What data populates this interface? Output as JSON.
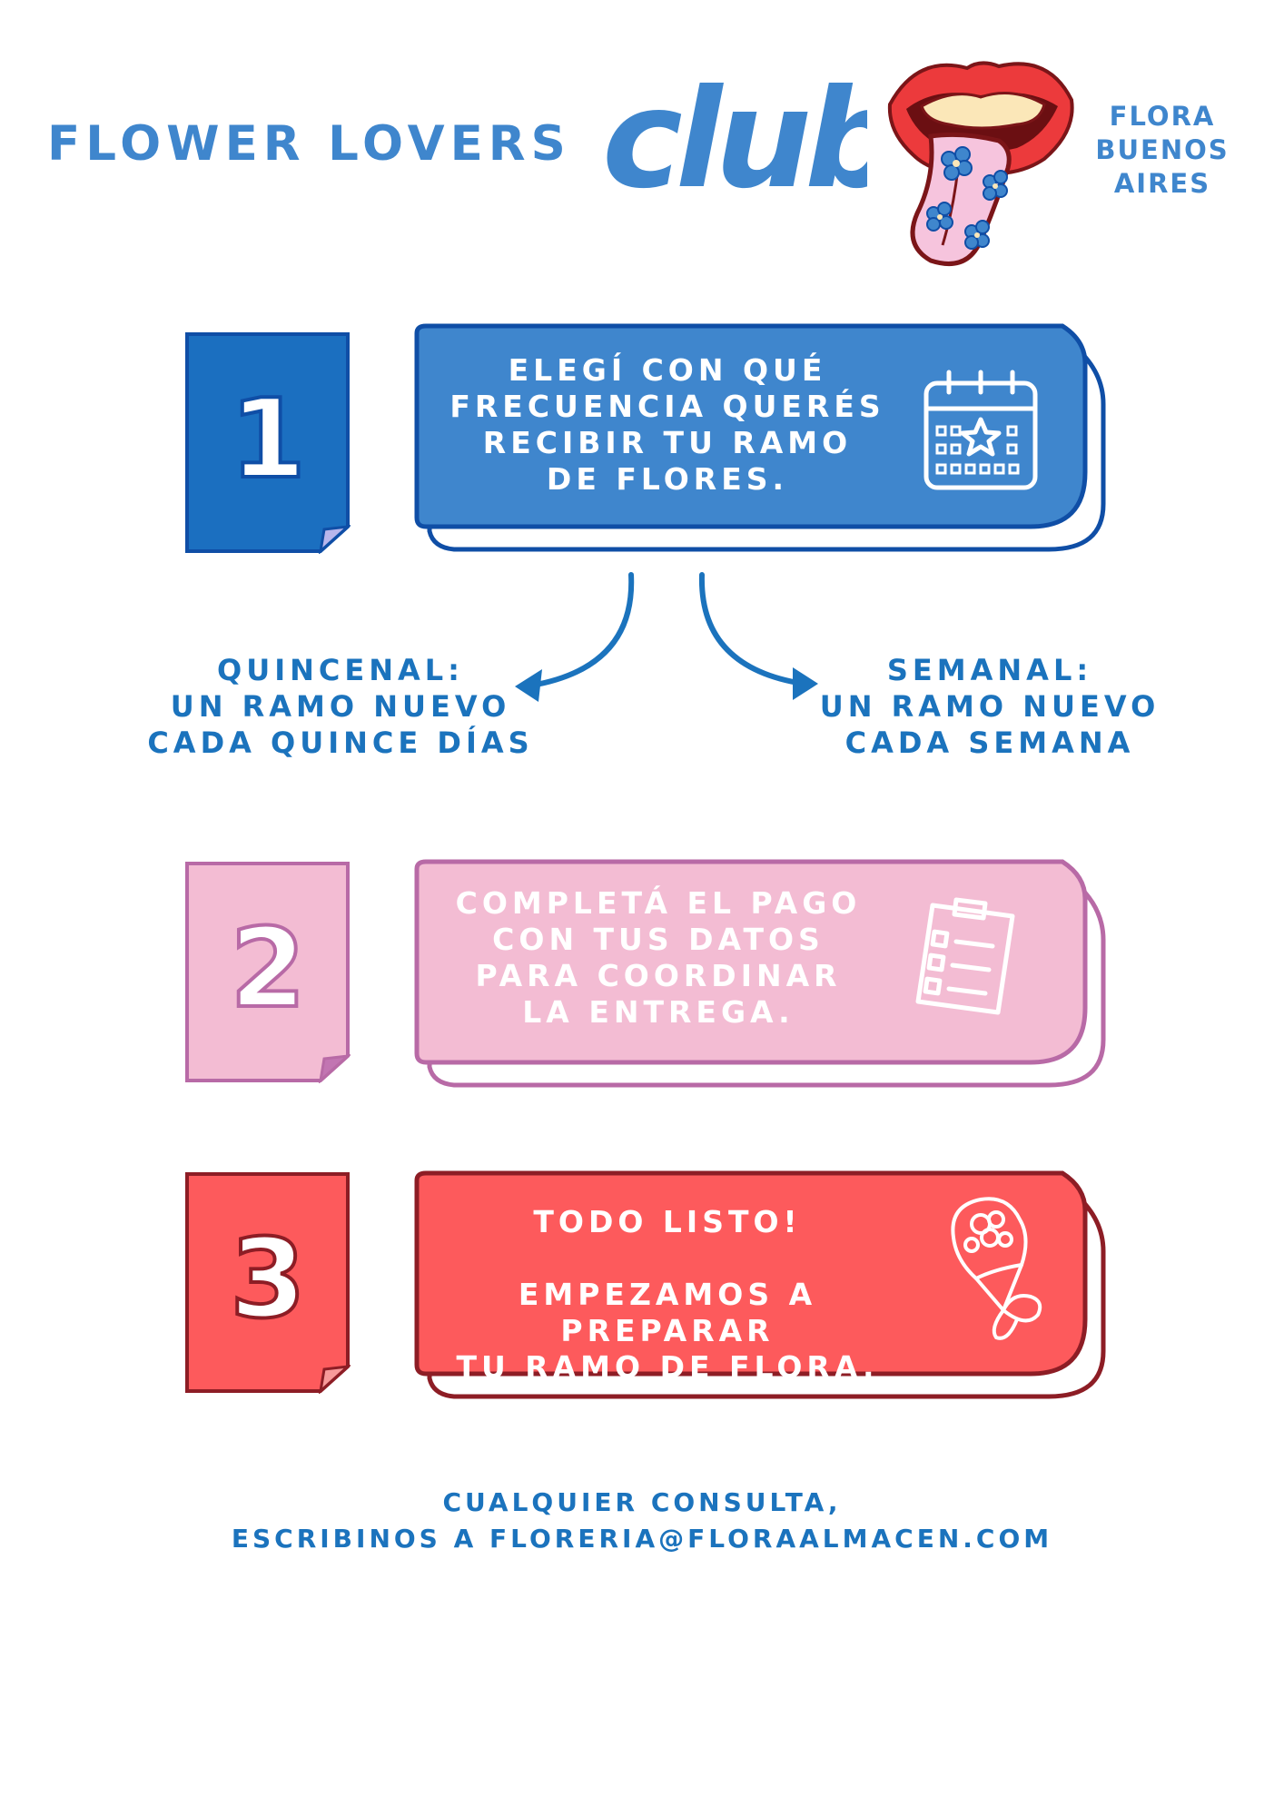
{
  "header": {
    "title": "FLOWER LOVERS",
    "club_word": "club",
    "location_lines": [
      "FLORA",
      "BUENOS",
      "AIRES"
    ]
  },
  "steps": [
    {
      "number": "1",
      "lines": [
        "ELEGÍ CON QUÉ",
        "FRECUENCIA QUERÉS",
        "RECIBIR TU RAMO",
        "DE FLORES."
      ],
      "icon": "calendar-icon",
      "card_color": "#1b6fc0",
      "box_fill": "#3f86cd",
      "box_stroke": "#0f4ea6"
    },
    {
      "number": "2",
      "lines": [
        "COMPLETÁ EL PAGO",
        "CON TUS DATOS",
        "PARA COORDINAR",
        "LA ENTREGA."
      ],
      "icon": "clipboard-icon",
      "card_color": "#f3bcd3",
      "box_fill": "#f3bcd3",
      "box_stroke": "#b86aa6"
    },
    {
      "number": "3",
      "lines": [
        "TODO LISTO!",
        "",
        "EMPEZAMOS A PREPARAR",
        "TU RAMO DE FLORA."
      ],
      "icon": "bouquet-icon",
      "card_color": "#fd5a5c",
      "box_fill": "#fd5a5c",
      "box_stroke": "#8d1d25"
    }
  ],
  "options": {
    "biweekly": [
      "QUINCENAL:",
      "UN RAMO NUEVO",
      "CADA QUINCE DÍAS"
    ],
    "weekly": [
      "SEMANAL:",
      "UN RAMO NUEVO",
      "CADA SEMANA"
    ]
  },
  "footer": {
    "lines": [
      "CUALQUIER CONSULTA,",
      "ESCRIBINOS A FLORERIA@FLORAALMACEN.COM"
    ]
  }
}
